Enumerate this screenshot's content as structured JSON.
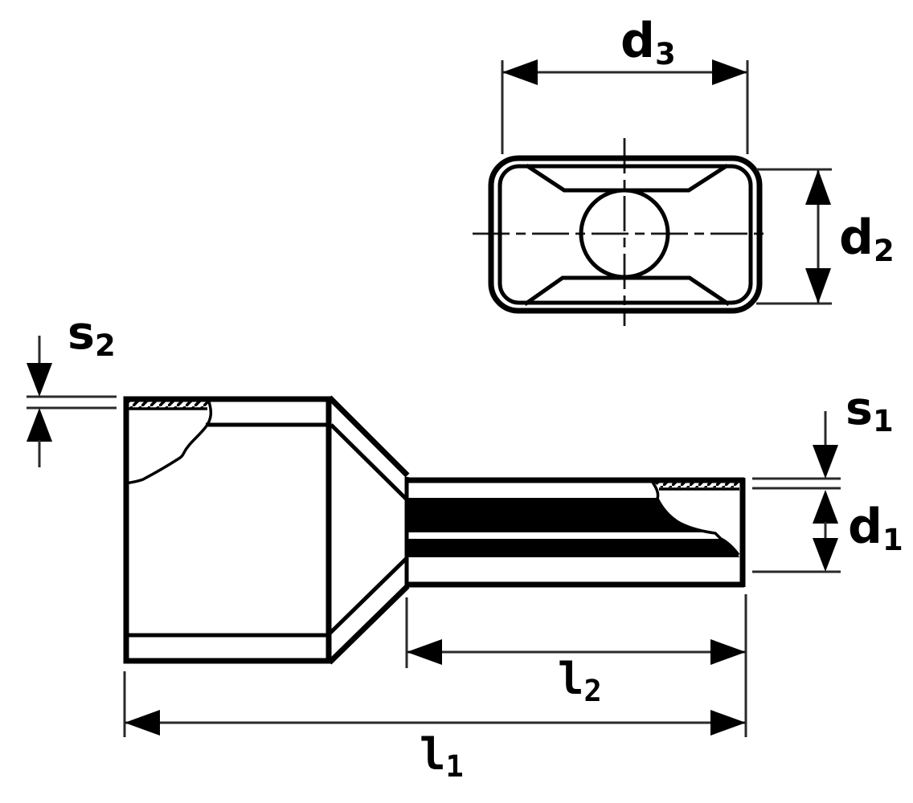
{
  "drawing": {
    "background": "#ffffff",
    "line_color": "#000000",
    "dim_line_color": "#2a2a2a",
    "labels": {
      "d3": {
        "base": "d",
        "sub": "3"
      },
      "d2": {
        "base": "d",
        "sub": "2"
      },
      "s2": {
        "base": "s",
        "sub": "2"
      },
      "s1": {
        "base": "s",
        "sub": "1"
      },
      "d1": {
        "base": "d",
        "sub": "1"
      },
      "l2": {
        "base": "l",
        "sub": "2"
      },
      "l1": {
        "base": "l",
        "sub": "1"
      }
    }
  }
}
